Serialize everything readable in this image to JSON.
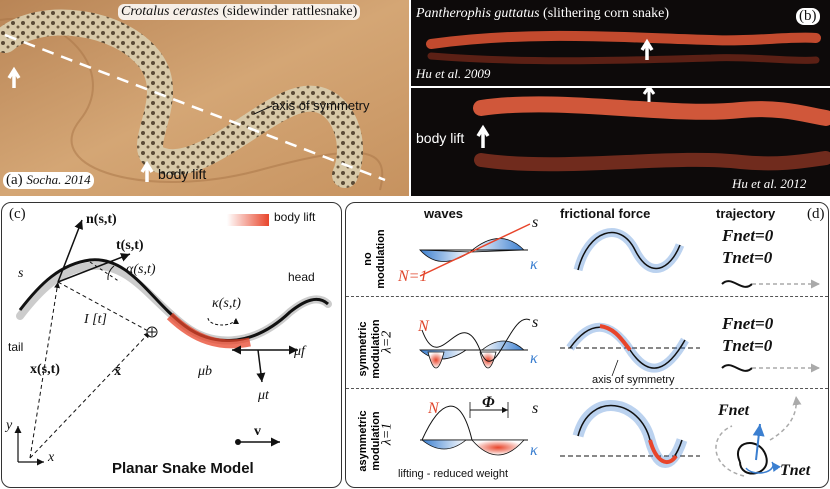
{
  "panel_a": {
    "title_species": "Crotalus cerastes",
    "title_common": "(sidewinder rattlesnake)",
    "tag": "(a)",
    "citation": "Socha. 2014",
    "axis_label": "axis of symmetry",
    "lift_label": "body lift"
  },
  "panel_b": {
    "title_species": "Pantherophis guttatus",
    "title_common": "(slithering corn snake)",
    "tag": "(b)",
    "citation_top": "Hu et al. 2009",
    "citation_bottom": "Hu et al. 2012",
    "lift_label": "body lift"
  },
  "panel_c": {
    "tag": "(c)",
    "legend": "body lift",
    "n_label": "n(s,t)",
    "t_label": "t(s,t)",
    "alpha_label": "α(s,t)",
    "s_label": "s",
    "kappa_label": "κ(s,t)",
    "head_label": "head",
    "tail_label": "tail",
    "inertia_label": "I [t]",
    "x_label": "x(s,t)",
    "xbar_label": "x̄",
    "mu_f": "μf",
    "mu_b": "μb",
    "mu_t": "μt",
    "v_label": "v",
    "y_axis": "y",
    "x_axis": "x",
    "caption": "Planar Snake Model"
  },
  "panel_d": {
    "tag": "(d)",
    "col_waves": "waves",
    "col_force": "frictional force",
    "col_traj": "trajectory",
    "row1_label": [
      "no",
      "modulation"
    ],
    "row2_label": [
      "symmetric",
      "modulation"
    ],
    "row2_lambda": "λ=2",
    "row3_label": [
      "asymmetric",
      "modulation"
    ],
    "row3_lambda": "λ=1",
    "s_label": "s",
    "kappa_label": "κ",
    "N1": "N=1",
    "N": "N",
    "phi": "Φ",
    "axis_sym": "axis of symmetry",
    "lifting": "lifting - reduced weight",
    "fnet_zero": "Fnet=0",
    "tnet_zero": "Tnet=0",
    "fnet": "Fnet",
    "tnet": "Tnet"
  },
  "colors": {
    "blue": "#3b7fd0",
    "red": "#e0442a",
    "sand": "#c89a6a",
    "dark": "#1a1414"
  }
}
